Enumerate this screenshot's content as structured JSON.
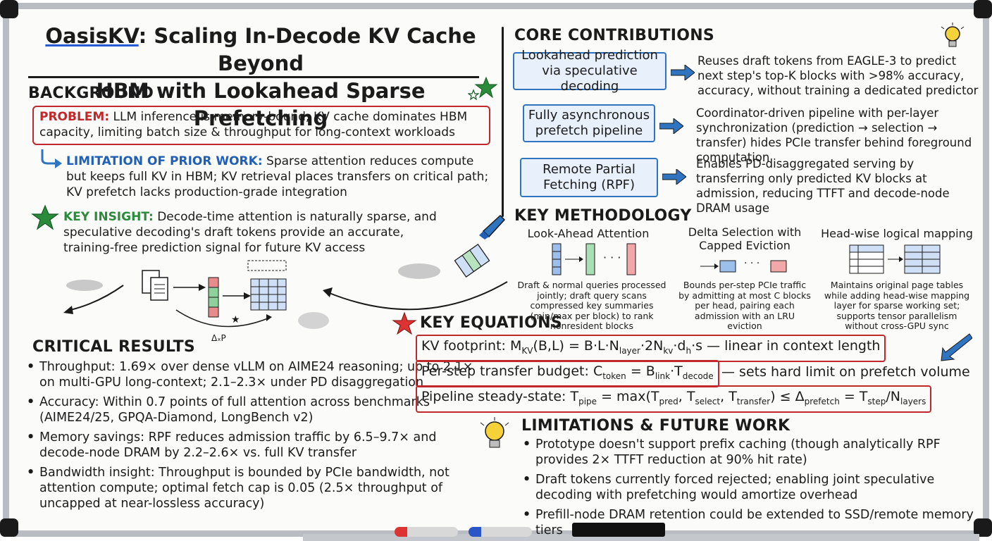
{
  "title": {
    "brand": "OasisKV",
    "line1_rest": ": Scaling In-Decode KV Cache Beyond",
    "line2": "HBM with Lookahead Sparse Prefetching"
  },
  "background": {
    "heading": "BACKGROUND",
    "problem_label": "PROBLEM:",
    "problem_text": "LLM inference is memory-bound; KV cache dominates HBM capacity, limiting batch size & throughput for long-context workloads",
    "limitation_label": "LIMITATION OF PRIOR WORK:",
    "limitation_text": "Sparse attention reduces compute but keeps full KV in HBM; KV retrieval places transfers on critical path; KV prefetch lacks production-grade integration",
    "insight_label": "KEY INSIGHT:",
    "insight_text": "Decode-time attention is naturally sparse, and speculative decoding's draft tokens provide an accurate, training-free prediction signal for future KV access",
    "sketch_label": "ΔₓP"
  },
  "results": {
    "heading": "CRITICAL RESULTS",
    "items": [
      "Throughput: 1.69× over dense vLLM on AIME24 reasoning; up to 2.1× on multi-GPU long-context; 2.1–2.3× under PD disaggregation",
      "Accuracy: Within 0.7 points of full attention across benchmarks (AIME24/25, GPQA-Diamond, LongBench v2)",
      "Memory savings: RPF reduces admission traffic by 6.5–9.7× and decode-node DRAM by 2.2–2.6× vs. full KV transfer",
      "Bandwidth insight: Throughput is bounded by PCIe bandwidth, not attention compute; optimal fetch cap is 0.05 (2.5× throughput of uncapped at near-lossless accuracy)"
    ]
  },
  "contributions": {
    "heading": "CORE CONTRIBUTIONS",
    "items": [
      {
        "box": "Lookahead prediction via speculative decoding",
        "desc": "Reuses draft tokens from EAGLE-3 to predict next step's top-K blocks with >98% accuracy, accuracy, without training a dedicated predictor"
      },
      {
        "box": "Fully asynchronous prefetch pipeline",
        "desc": "Coordinator-driven pipeline with per-layer synchronization (prediction → selection → transfer) hides PCIe transfer behind foreground computation"
      },
      {
        "box": "Remote Partial Fetching (RPF)",
        "desc": "Enables PD-disaggregated serving by transferring only predicted KV blocks at admission, reducing TTFT and decode-node DRAM usage"
      }
    ]
  },
  "methodology": {
    "heading": "KEY METHODOLOGY",
    "items": [
      {
        "title": "Look-Ahead Attention",
        "desc": "Draft & normal queries processed jointly; draft query scans compressed key summaries (min/max per block) to rank nonresident blocks"
      },
      {
        "title": "Delta Selection with Capped Eviction",
        "desc": "Bounds per-step PCIe traffic by admitting at most C blocks per head, pairing each admission with an LRU eviction"
      },
      {
        "title": "Head-wise logical mapping",
        "desc": "Maintains original page tables while adding head-wise mapping layer for sparse working set; supports tensor parallelism without cross-GPU sync"
      }
    ],
    "dots": "· · ·"
  },
  "equations": {
    "heading": "KEY EQUATIONS",
    "eq1_label": "KV footprint: M",
    "eq1_sub": "KV",
    "eq1_rest": "(B,L) = B·L·N",
    "eq1_sub2": "layer",
    "eq1_rest2": "·2N",
    "eq1_sub3": "kv",
    "eq1_rest3": "·d",
    "eq1_sub4": "h",
    "eq1_rest4": "·s — linear in context length",
    "eq2_label": "Per-step transfer budget: C",
    "eq2_sub": "token",
    "eq2_rest": " = B",
    "eq2_sub2": "link",
    "eq2_rest2": "·T",
    "eq2_sub3": "decode",
    "eq2_tail": "— sets hard limit on prefetch volume",
    "eq3_label": "Pipeline steady-state: T",
    "eq3_sub": "pipe",
    "eq3_rest": " = max(T",
    "eq3_sub2": "pred",
    "eq3_rest2": ", T",
    "eq3_sub3": "select",
    "eq3_rest3": ", T",
    "eq3_sub4": "transfer",
    "eq3_rest4": ") ≤ Δ",
    "eq3_sub5": "prefetch",
    "eq3_rest5": " = T",
    "eq3_sub6": "step",
    "eq3_rest6": "/N",
    "eq3_sub7": "layers"
  },
  "limitations": {
    "heading": "LIMITATIONS & FUTURE WORK",
    "items": [
      "Prototype doesn't support prefix caching (though analytically RPF provides 2× TTFT reduction at 90% hit rate)",
      "Draft tokens currently forced rejected; enabling joint speculative decoding with prefetching would amortize overhead",
      "Prefill-node DRAM retention could be extended to SSD/remote memory tiers"
    ]
  },
  "colors": {
    "red": "#c0282b",
    "blue": "#2f74c0",
    "green": "#2a8c3a",
    "box_fill": "#e7f0fb"
  },
  "icons": [
    "lightbulb-icon",
    "star-icon",
    "rocket-icon",
    "arrow-icon"
  ]
}
